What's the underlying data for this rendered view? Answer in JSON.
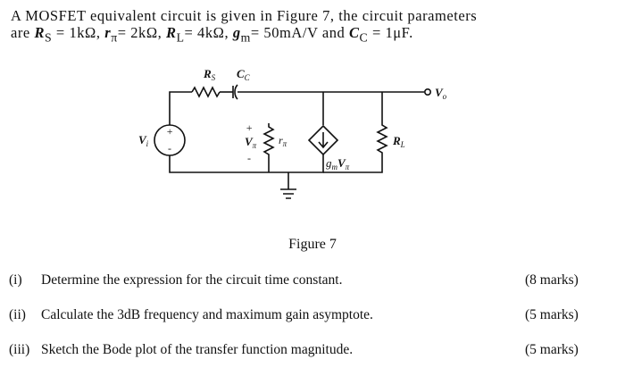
{
  "intro": {
    "line1": "A MOSFET equivalent circuit is given in Figure 7, the circuit parameters",
    "line2_prefix": "are",
    "params": [
      {
        "symbol": "R",
        "sub": "S",
        "value": " = 1kΩ, "
      },
      {
        "symbol": "r",
        "sub": "π",
        "value": "= 2kΩ, "
      },
      {
        "symbol": "R",
        "sub": "L",
        "value": "= 4kΩ, "
      },
      {
        "symbol": "g",
        "sub": "m",
        "value": "= 50mA/V and "
      },
      {
        "symbol": "C",
        "sub": "C",
        "value": " = 1μF."
      }
    ]
  },
  "circuit": {
    "labels": {
      "rs": "R",
      "rs_sub": "S",
      "cc": "C",
      "cc_sub": "C",
      "vo": "V",
      "vo_sub": "o",
      "vi": "V",
      "vi_sub": "i",
      "vpi": "V",
      "vpi_sub": "π",
      "rpi": "r",
      "rpi_sub": "π",
      "gm": "g",
      "gm_sub": "m",
      "gm_v": "V",
      "gm_v_sub": "π",
      "rl": "R",
      "rl_sub": "L",
      "plus": "+",
      "minus": "-"
    }
  },
  "caption": "Figure 7",
  "questions": [
    {
      "num": "(i)",
      "text": "Determine the expression for the circuit time constant.",
      "marks": "(8 marks)"
    },
    {
      "num": "(ii)",
      "text": "Calculate the 3dB frequency and maximum gain asymptote.",
      "marks": "(5 marks)"
    },
    {
      "num": "(iii)",
      "text": "Sketch the Bode plot of the transfer function magnitude.",
      "marks": "(5 marks)"
    }
  ]
}
